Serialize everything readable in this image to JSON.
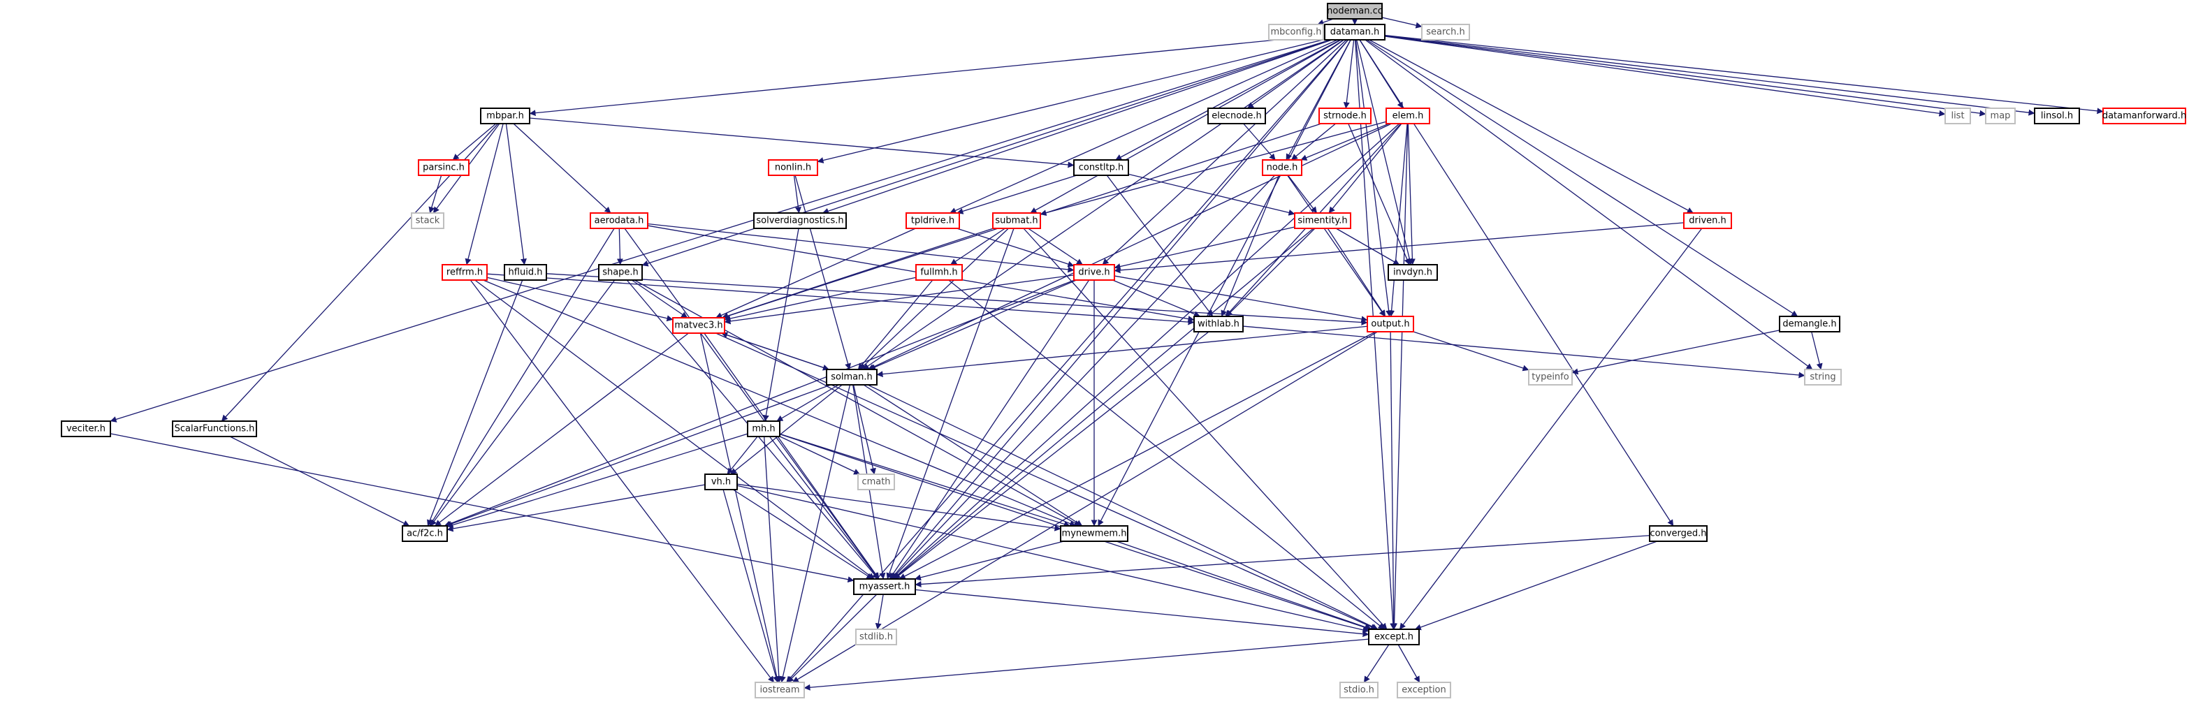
{
  "colors": {
    "edge": "#191970",
    "root_fill": "#bfbfbf",
    "documented_border": "#000000",
    "undocumented_border": "#ff0000",
    "external_border": "#bfbfbf",
    "text": "#000000",
    "external_text": "#555555"
  },
  "nodes": [
    {
      "id": "nodemancc",
      "label": "nodeman.cc",
      "kind": "root"
    },
    {
      "id": "mbconfigh",
      "label": "mbconfig.h",
      "kind": "external"
    },
    {
      "id": "datamanh",
      "label": "dataman.h",
      "kind": "documented"
    },
    {
      "id": "searchh",
      "label": "search.h",
      "kind": "external"
    },
    {
      "id": "mbparh",
      "label": "mbpar.h",
      "kind": "documented"
    },
    {
      "id": "elecnodeh",
      "label": "elecnode.h",
      "kind": "documented"
    },
    {
      "id": "strnodeh",
      "label": "strnode.h",
      "kind": "undocumented"
    },
    {
      "id": "elemh",
      "label": "elem.h",
      "kind": "undocumented"
    },
    {
      "id": "list",
      "label": "list",
      "kind": "external"
    },
    {
      "id": "map",
      "label": "map",
      "kind": "external"
    },
    {
      "id": "linsolh",
      "label": "linsol.h",
      "kind": "documented"
    },
    {
      "id": "datamanforwardh",
      "label": "datamanforward.h",
      "kind": "undocumented"
    },
    {
      "id": "parsinch",
      "label": "parsinc.h",
      "kind": "undocumented"
    },
    {
      "id": "nonlinh",
      "label": "nonlin.h",
      "kind": "undocumented"
    },
    {
      "id": "constltph",
      "label": "constltp.h",
      "kind": "documented"
    },
    {
      "id": "nodeh",
      "label": "node.h",
      "kind": "undocumented"
    },
    {
      "id": "stack",
      "label": "stack",
      "kind": "external"
    },
    {
      "id": "aerodatah",
      "label": "aerodata.h",
      "kind": "undocumented"
    },
    {
      "id": "solverdiagnosticsh",
      "label": "solverdiagnostics.h",
      "kind": "documented"
    },
    {
      "id": "tpldriveh",
      "label": "tpldrive.h",
      "kind": "undocumented"
    },
    {
      "id": "submath",
      "label": "submat.h",
      "kind": "undocumented"
    },
    {
      "id": "simentityh",
      "label": "simentity.h",
      "kind": "undocumented"
    },
    {
      "id": "drivenh",
      "label": "driven.h",
      "kind": "undocumented"
    },
    {
      "id": "refframh",
      "label": "reffrm.h",
      "kind": "undocumented"
    },
    {
      "id": "hfluidh",
      "label": "hfluid.h",
      "kind": "documented"
    },
    {
      "id": "shapeh",
      "label": "shape.h",
      "kind": "documented"
    },
    {
      "id": "fullmhh",
      "label": "fullmh.h",
      "kind": "undocumented"
    },
    {
      "id": "driveh",
      "label": "drive.h",
      "kind": "undocumented"
    },
    {
      "id": "invdynh",
      "label": "invdyn.h",
      "kind": "documented"
    },
    {
      "id": "withlabh",
      "label": "withlab.h",
      "kind": "documented"
    },
    {
      "id": "outputh",
      "label": "output.h",
      "kind": "undocumented"
    },
    {
      "id": "demangleh",
      "label": "demangle.h",
      "kind": "documented"
    },
    {
      "id": "matvec3h",
      "label": "matvec3.h",
      "kind": "undocumented"
    },
    {
      "id": "solmanh",
      "label": "solman.h",
      "kind": "documented"
    },
    {
      "id": "typeinfo",
      "label": "typeinfo",
      "kind": "external"
    },
    {
      "id": "string",
      "label": "string",
      "kind": "external"
    },
    {
      "id": "vecitersh",
      "label": "veciter.h",
      "kind": "documented"
    },
    {
      "id": "scalarfunctionsh",
      "label": "ScalarFunctions.h",
      "kind": "documented"
    },
    {
      "id": "mhh",
      "label": "mh.h",
      "kind": "documented"
    },
    {
      "id": "cmath",
      "label": "cmath",
      "kind": "external"
    },
    {
      "id": "vhh",
      "label": "vh.h",
      "kind": "documented"
    },
    {
      "id": "acf2ch",
      "label": "ac/f2c.h",
      "kind": "documented"
    },
    {
      "id": "mynewmemh",
      "label": "mynewmem.h",
      "kind": "documented"
    },
    {
      "id": "convergedh",
      "label": "converged.h",
      "kind": "documented"
    },
    {
      "id": "myasserth",
      "label": "myassert.h",
      "kind": "documented"
    },
    {
      "id": "stdlibh",
      "label": "stdlib.h",
      "kind": "external"
    },
    {
      "id": "excepth",
      "label": "except.h",
      "kind": "documented"
    },
    {
      "id": "iostream",
      "label": "iostream",
      "kind": "external"
    },
    {
      "id": "stdioh",
      "label": "stdio.h",
      "kind": "external"
    },
    {
      "id": "exception",
      "label": "exception",
      "kind": "external"
    }
  ],
  "edges": [
    [
      "nodemancc",
      "mbconfigh"
    ],
    [
      "nodemancc",
      "datamanh"
    ],
    [
      "nodemancc",
      "searchh"
    ],
    [
      "datamanh",
      "mbparh"
    ],
    [
      "datamanh",
      "elecnodeh"
    ],
    [
      "datamanh",
      "strnodeh"
    ],
    [
      "datamanh",
      "elemh"
    ],
    [
      "datamanh",
      "list"
    ],
    [
      "datamanh",
      "map"
    ],
    [
      "datamanh",
      "linsolh"
    ],
    [
      "datamanh",
      "datamanforwardh"
    ],
    [
      "datamanh",
      "nonlinh"
    ],
    [
      "datamanh",
      "constltph"
    ],
    [
      "datamanh",
      "nodeh"
    ],
    [
      "datamanh",
      "solverdiagnosticsh"
    ],
    [
      "datamanh",
      "tpldriveh"
    ],
    [
      "datamanh",
      "submath"
    ],
    [
      "datamanh",
      "drivenh"
    ],
    [
      "datamanh",
      "shapeh"
    ],
    [
      "datamanh",
      "driveh"
    ],
    [
      "datamanh",
      "invdynh"
    ],
    [
      "datamanh",
      "outputh"
    ],
    [
      "datamanh",
      "demangleh"
    ],
    [
      "datamanh",
      "solmanh"
    ],
    [
      "datamanh",
      "string"
    ],
    [
      "datamanh",
      "vecitersh"
    ],
    [
      "datamanh",
      "myasserth"
    ],
    [
      "datamanh",
      "excepth"
    ],
    [
      "datamanh",
      "iostream"
    ],
    [
      "datamanh",
      "convergedh"
    ],
    [
      "datamanh",
      "mynewmemh"
    ],
    [
      "mbparh",
      "parsinch"
    ],
    [
      "mbparh",
      "stack"
    ],
    [
      "mbparh",
      "constltph"
    ],
    [
      "mbparh",
      "aerodatah"
    ],
    [
      "mbparh",
      "refframh"
    ],
    [
      "mbparh",
      "hfluidh"
    ],
    [
      "mbparh",
      "scalarfunctionsh"
    ],
    [
      "parsinch",
      "stack"
    ],
    [
      "elecnodeh",
      "nodeh"
    ],
    [
      "strnodeh",
      "nodeh"
    ],
    [
      "strnodeh",
      "matvec3h"
    ],
    [
      "strnodeh",
      "invdynh"
    ],
    [
      "elemh",
      "nodeh"
    ],
    [
      "elemh",
      "simentityh"
    ],
    [
      "elemh",
      "invdynh"
    ],
    [
      "elemh",
      "withlabh"
    ],
    [
      "elemh",
      "outputh"
    ],
    [
      "elemh",
      "solmanh"
    ],
    [
      "elemh",
      "submath"
    ],
    [
      "elemh",
      "excepth"
    ],
    [
      "elemh",
      "myasserth"
    ],
    [
      "nonlinh",
      "solverdiagnosticsh"
    ],
    [
      "nonlinh",
      "solmanh"
    ],
    [
      "constltph",
      "tpldriveh"
    ],
    [
      "constltph",
      "simentityh"
    ],
    [
      "constltph",
      "withlabh"
    ],
    [
      "nodeh",
      "simentityh"
    ],
    [
      "nodeh",
      "withlabh"
    ],
    [
      "nodeh",
      "outputh"
    ],
    [
      "nodeh",
      "myasserth"
    ],
    [
      "aerodatah",
      "shapeh"
    ],
    [
      "aerodatah",
      "driveh"
    ],
    [
      "aerodatah",
      "acf2ch"
    ],
    [
      "aerodatah",
      "myasserth"
    ],
    [
      "aerodatah",
      "withlabh"
    ],
    [
      "solverdiagnosticsh",
      "mhh"
    ],
    [
      "tpldriveh",
      "driveh"
    ],
    [
      "tpldriveh",
      "matvec3h"
    ],
    [
      "submath",
      "driveh"
    ],
    [
      "submath",
      "fullmhh"
    ],
    [
      "submath",
      "matvec3h"
    ],
    [
      "submath",
      "solmanh"
    ],
    [
      "submath",
      "myasserth"
    ],
    [
      "submath",
      "excepth"
    ],
    [
      "simentityh",
      "driveh"
    ],
    [
      "simentityh",
      "invdynh"
    ],
    [
      "simentityh",
      "withlabh"
    ],
    [
      "simentityh",
      "outputh"
    ],
    [
      "simentityh",
      "myasserth"
    ],
    [
      "drivenh",
      "driveh"
    ],
    [
      "drivenh",
      "excepth"
    ],
    [
      "refframh",
      "matvec3h"
    ],
    [
      "refframh",
      "withlabh"
    ],
    [
      "refframh",
      "iostream"
    ],
    [
      "refframh",
      "myasserth"
    ],
    [
      "refframh",
      "mynewmemh"
    ],
    [
      "hfluidh",
      "outputh"
    ],
    [
      "hfluidh",
      "acf2ch"
    ],
    [
      "shapeh",
      "matvec3h"
    ],
    [
      "shapeh",
      "acf2ch"
    ],
    [
      "shapeh",
      "myasserth"
    ],
    [
      "shapeh",
      "mynewmemh"
    ],
    [
      "fullmhh",
      "matvec3h"
    ],
    [
      "fullmhh",
      "solmanh"
    ],
    [
      "fullmhh",
      "excepth"
    ],
    [
      "driveh",
      "withlabh"
    ],
    [
      "driveh",
      "outputh"
    ],
    [
      "driveh",
      "solmanh"
    ],
    [
      "driveh",
      "matvec3h"
    ],
    [
      "driveh",
      "mynewmemh"
    ],
    [
      "driveh",
      "myasserth"
    ],
    [
      "driveh",
      "acf2ch"
    ],
    [
      "withlabh",
      "string"
    ],
    [
      "withlabh",
      "myasserth"
    ],
    [
      "outputh",
      "solmanh"
    ],
    [
      "outputh",
      "typeinfo"
    ],
    [
      "outputh",
      "myasserth"
    ],
    [
      "outputh",
      "excepth"
    ],
    [
      "outputh",
      "iostream"
    ],
    [
      "demangleh",
      "string"
    ],
    [
      "demangleh",
      "typeinfo"
    ],
    [
      "matvec3h",
      "solmanh"
    ],
    [
      "matvec3h",
      "acf2ch"
    ],
    [
      "matvec3h",
      "myasserth"
    ],
    [
      "matvec3h",
      "excepth"
    ],
    [
      "matvec3h",
      "iostream"
    ],
    [
      "solmanh",
      "matvec3h"
    ],
    [
      "solmanh",
      "mhh"
    ],
    [
      "solmanh",
      "vhh"
    ],
    [
      "solmanh",
      "cmath"
    ],
    [
      "solmanh",
      "acf2ch"
    ],
    [
      "solmanh",
      "mynewmemh"
    ],
    [
      "solmanh",
      "myasserth"
    ],
    [
      "solmanh",
      "excepth"
    ],
    [
      "solmanh",
      "iostream"
    ],
    [
      "vecitersh",
      "myasserth"
    ],
    [
      "scalarfunctionsh",
      "acf2ch"
    ],
    [
      "mhh",
      "vhh"
    ],
    [
      "mhh",
      "cmath"
    ],
    [
      "mhh",
      "acf2ch"
    ],
    [
      "mhh",
      "mynewmemh"
    ],
    [
      "mhh",
      "myasserth"
    ],
    [
      "mhh",
      "excepth"
    ],
    [
      "mhh",
      "iostream"
    ],
    [
      "vhh",
      "acf2ch"
    ],
    [
      "vhh",
      "mynewmemh"
    ],
    [
      "vhh",
      "myasserth"
    ],
    [
      "vhh",
      "excepth"
    ],
    [
      "vhh",
      "iostream"
    ],
    [
      "mynewmemh",
      "myasserth"
    ],
    [
      "mynewmemh",
      "excepth"
    ],
    [
      "convergedh",
      "myasserth"
    ],
    [
      "convergedh",
      "excepth"
    ],
    [
      "myasserth",
      "stdlibh"
    ],
    [
      "myasserth",
      "excepth"
    ],
    [
      "myasserth",
      "iostream"
    ],
    [
      "excepth",
      "iostream"
    ],
    [
      "excepth",
      "stdioh"
    ],
    [
      "excepth",
      "exception"
    ]
  ]
}
